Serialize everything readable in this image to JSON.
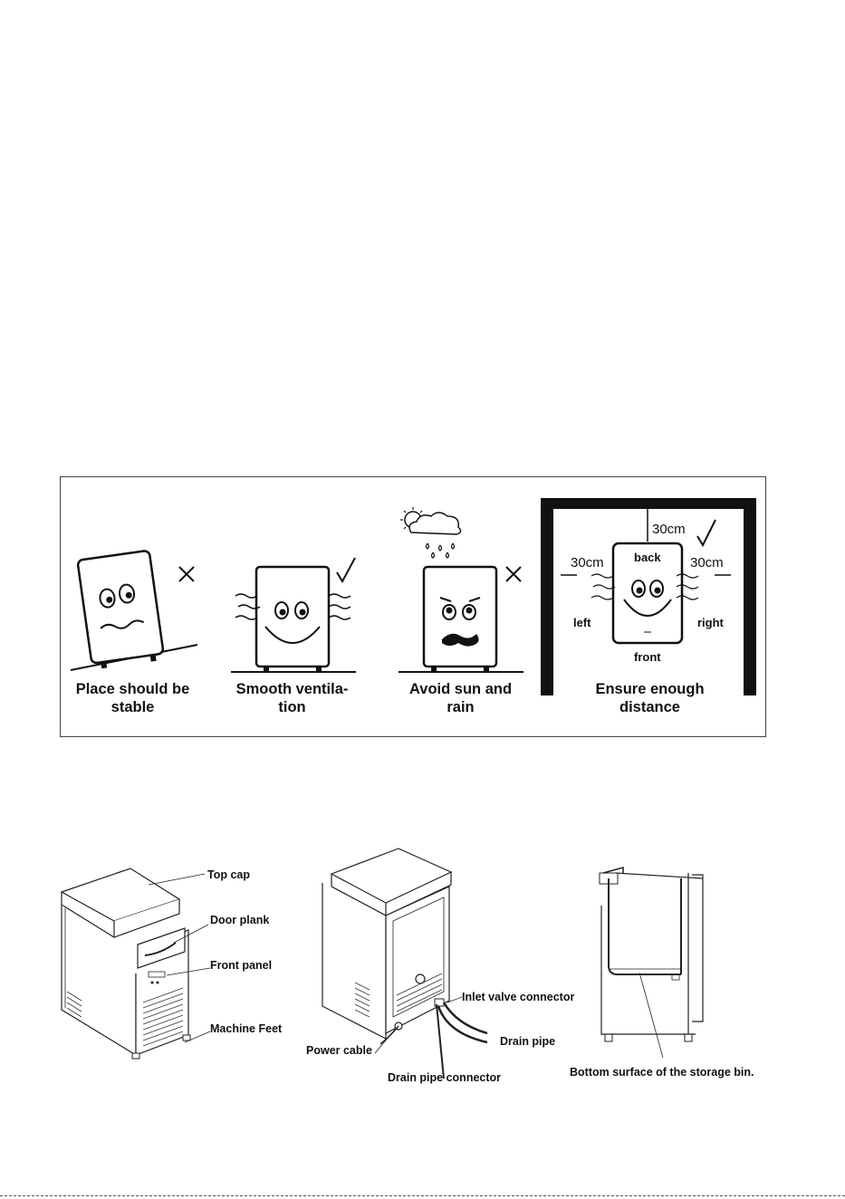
{
  "placement_tips": [
    {
      "line1": "Place should be",
      "line2": "stable",
      "mark": "cross-mark"
    },
    {
      "line1": "Smooth ventila-",
      "line2": "tion",
      "mark": "check-mark"
    },
    {
      "line1": "Avoid sun and",
      "line2": "rain",
      "mark": "cross-mark"
    },
    {
      "line1": "Ensure enough",
      "line2": "distance",
      "mark": "check-mark"
    }
  ],
  "clearance": {
    "distance": "30cm",
    "back": "back",
    "left": "left",
    "right": "right",
    "front": "front"
  },
  "parts_front": {
    "top_cap": "Top cap",
    "door_plank": "Door plank",
    "front_panel": "Front panel",
    "machine_feet": "Machine Feet"
  },
  "parts_back": {
    "inlet_valve_connector": "Inlet valve connector",
    "power_cable": "Power cable",
    "drain_pipe": "Drain pipe",
    "drain_pipe_connector": "Drain pipe connector"
  },
  "parts_side": {
    "storage_bin_bottom": "Bottom surface of the storage bin."
  }
}
